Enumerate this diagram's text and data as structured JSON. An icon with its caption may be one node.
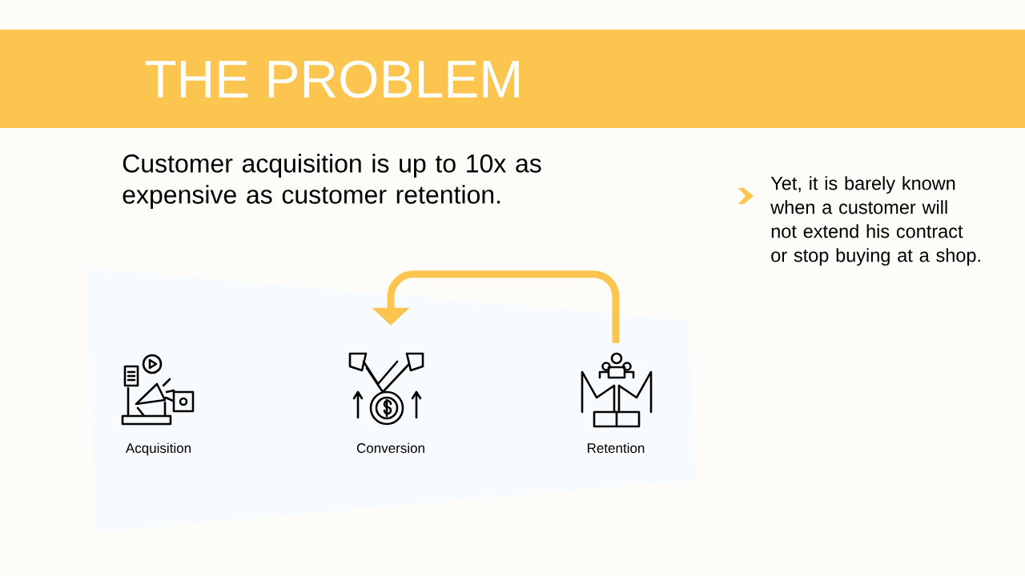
{
  "diagram": {
    "title": "THE PROBLEM",
    "nodes": [
      {
        "text": [
          "Acquisition"
        ]
      },
      {
        "text": [
          "Conversion"
        ]
      },
      {
        "text": [
          "Retention"
        ]
      }
    ],
    "edges": [
      {
        "from": 2,
        "to": 1,
        "arrow": "to"
      }
    ],
    "labels": [
      "Customer acquisition is up to 10x as expensive as customer retention.",
      "Yet, it is barely known when a customer will not extend his contract or stop buying at a shop."
    ]
  }
}
